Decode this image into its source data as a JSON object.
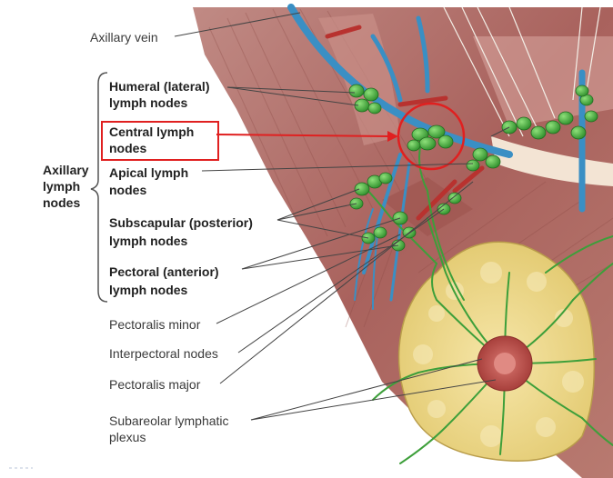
{
  "group_label": {
    "line1": "Axillary",
    "line2": "lymph",
    "line3": "nodes"
  },
  "labels": {
    "axillary_vein": "Axillary vein",
    "humeral_1": "Humeral (lateral)",
    "humeral_2": "lymph nodes",
    "central_1": "Central lymph",
    "central_2": "nodes",
    "apical_1": "Apical lymph",
    "apical_2": "nodes",
    "subscapular_1": "Subscapular (posterior)",
    "subscapular_2": "lymph nodes",
    "pectoral_1": "Pectoral (anterior)",
    "pectoral_2": "lymph nodes",
    "pectoralis_minor": "Pectoralis minor",
    "interpectoral": "Interpectoral nodes",
    "pectoralis_major": "Pectoralis major",
    "subareolar_1": "Subareolar lymphatic",
    "subareolar_2": "plexus"
  },
  "colors": {
    "highlight": "#e02020",
    "muscle": "#b5706a",
    "vein": "#3a8fc4",
    "node": "#4fb84a",
    "breast": "#eedb93",
    "areola": "#c7524f"
  }
}
